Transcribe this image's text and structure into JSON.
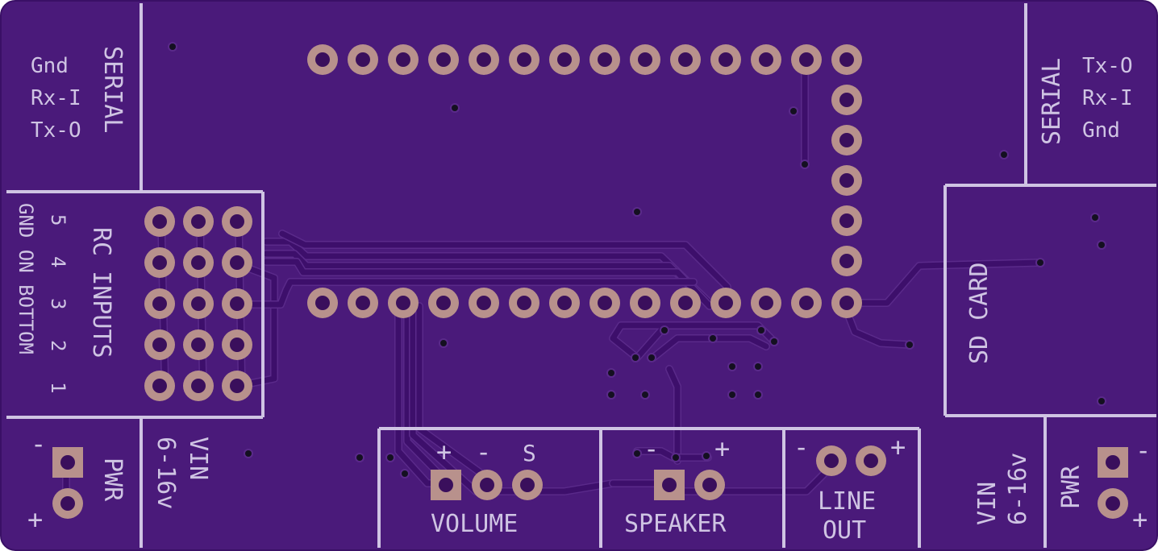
{
  "colors": {
    "board": "#4a1a7a",
    "board_edge": "#3a1066",
    "trace": "#3d0f6b",
    "trace_edge": "#5a2a8a",
    "silk": "#cfc4e3",
    "pad": "#b8918c",
    "hole": "#3a0f5c",
    "via": "#141020"
  },
  "labels": {
    "serial_left_title": "SERIAL",
    "serial_left_pins": [
      "Gnd",
      "Rx-I",
      "Tx-O"
    ],
    "serial_right_title": "SERIAL",
    "serial_right_pins": [
      "Tx-O",
      "Rx-I",
      "Gnd"
    ],
    "rc_title": "RC INPUTS",
    "rc_side_1": "GND ON BOTTOM",
    "rc_numbers": [
      "5",
      "4",
      "3",
      "2",
      "1"
    ],
    "pwr_left": "PWR",
    "pwr_left_minus": "-",
    "pwr_left_plus": "+",
    "vin_left_1": "VIN",
    "vin_left_2": "6-16v",
    "volume_title": "VOLUME",
    "volume_pins": [
      "+",
      "-",
      "S"
    ],
    "speaker_title": "SPEAKER",
    "speaker_pins": [
      "-",
      "+"
    ],
    "lineout_title_1": "LINE",
    "lineout_title_2": "OUT",
    "lineout_pins": [
      "-",
      "+"
    ],
    "sd_title": "SD CARD",
    "vin_right_1": "VIN",
    "vin_right_2": "6-16v",
    "pwr_right": "PWR",
    "pwr_right_minus": "-",
    "pwr_right_plus": "+"
  }
}
